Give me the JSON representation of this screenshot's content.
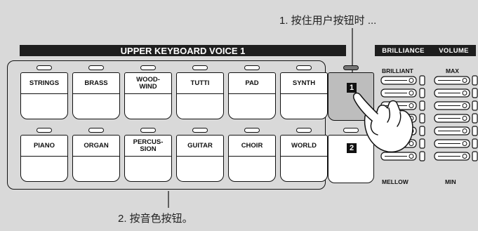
{
  "callouts": {
    "step1": "1. 按住用户按钮时 ...",
    "step2": "2. 按音色按钮。"
  },
  "header": {
    "title": "UPPER KEYBOARD VOICE 1",
    "brilliance": "BRILLIANCE",
    "volume": "VOLUME"
  },
  "voices": {
    "row1": [
      {
        "label": "STRINGS"
      },
      {
        "label": "BRASS"
      },
      {
        "label": "WOOD-\nWIND"
      },
      {
        "label": "TUTTI"
      },
      {
        "label": "PAD"
      },
      {
        "label": "SYNTH"
      }
    ],
    "row2": [
      {
        "label": "PIANO"
      },
      {
        "label": "ORGAN"
      },
      {
        "label": "PERCUS-\nSION"
      },
      {
        "label": "GUITAR"
      },
      {
        "label": "CHOIR"
      },
      {
        "label": "WORLD"
      }
    ]
  },
  "user_buttons": [
    {
      "number": "1",
      "pressed": true
    },
    {
      "number": "2",
      "pressed": false
    }
  ],
  "brilliance_slider": {
    "top_label": "BRILLIANT",
    "bottom_label": "MELLOW"
  },
  "volume_slider": {
    "top_label": "MAX",
    "bottom_label": "MIN"
  },
  "colors": {
    "panel": "#d9d9d9",
    "header_bar": "#1e1e1e",
    "pressed_button": "#bdbdbd"
  }
}
